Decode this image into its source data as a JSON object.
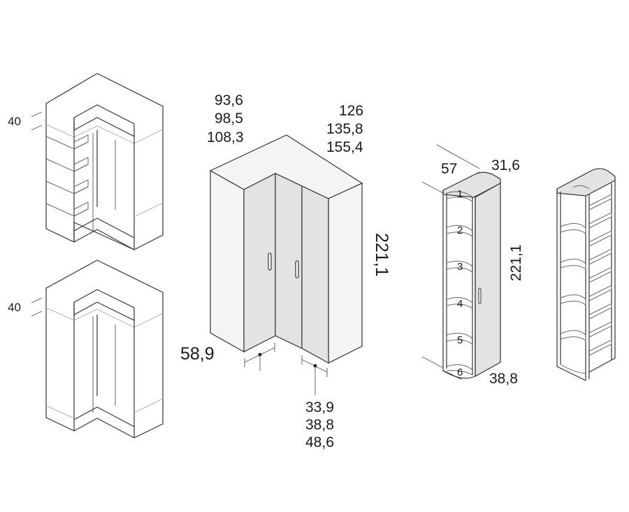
{
  "colors": {
    "line": "#333333",
    "door_fill": "#e0e0e0",
    "background": "#ffffff"
  },
  "open_corner_top": {
    "depth_label": "40"
  },
  "open_corner_bottom": {
    "depth_label": "40"
  },
  "corner_wardrobe": {
    "left_widths": [
      "93,6",
      "98,5",
      "108,3"
    ],
    "right_widths": [
      "126",
      "135,8",
      "155,4"
    ],
    "height": "221,1",
    "depth": "58,9",
    "door_widths": [
      "33,9",
      "38,8",
      "48,6"
    ]
  },
  "end_unit": {
    "depth": "57",
    "width_top": "31,6",
    "height": "221,1",
    "width_bottom": "38,8",
    "shelf_numbers": [
      "1",
      "2",
      "3",
      "4",
      "5",
      "6"
    ]
  }
}
